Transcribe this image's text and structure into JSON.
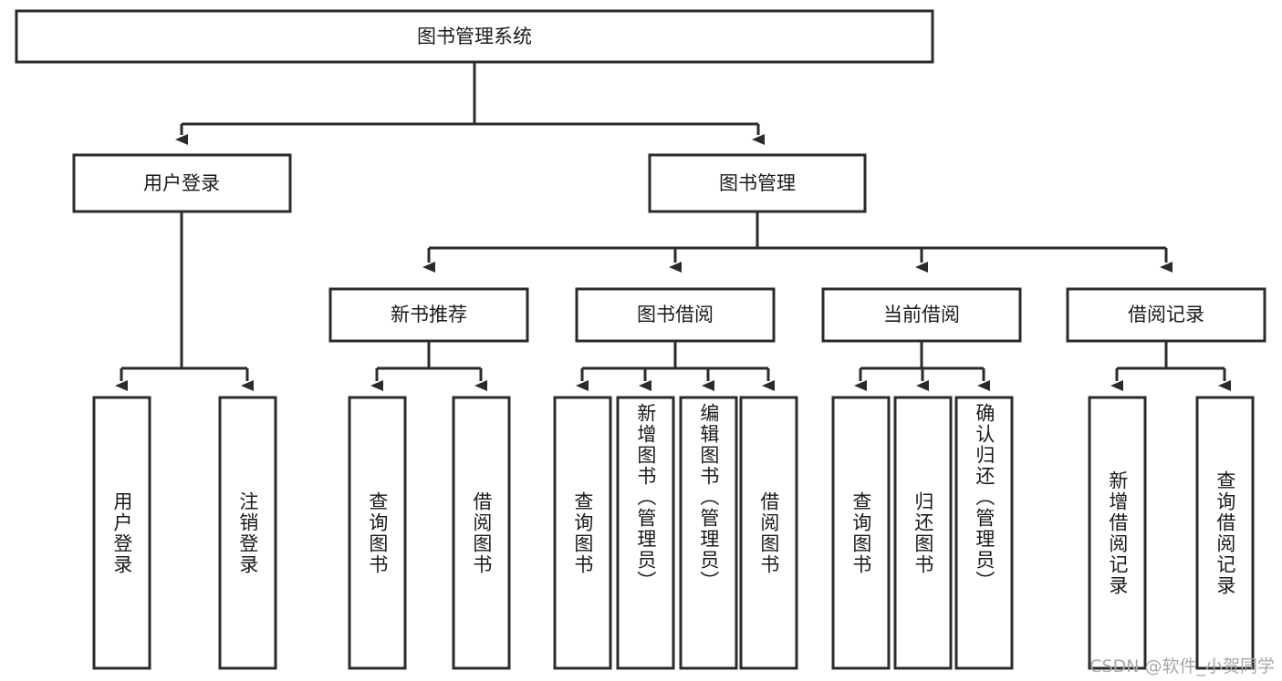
{
  "diagram": {
    "title": "图书管理系统",
    "type": "tree-hierarchy-diagram",
    "colors": {
      "stroke": "#2b2b2b",
      "box_fill": "#ffffff",
      "text": "#1a1a1a",
      "watermark": "#a8a8a8",
      "background": "#ffffff"
    },
    "root": {
      "label": "图书管理系统"
    },
    "level2": [
      {
        "label": "用户登录"
      },
      {
        "label": "图书管理"
      }
    ],
    "level3": [
      {
        "label": "新书推荐"
      },
      {
        "label": "图书借阅"
      },
      {
        "label": "当前借阅"
      },
      {
        "label": "借阅记录"
      }
    ],
    "leaves": {
      "user_login": [
        {
          "label": "用户登录"
        },
        {
          "label": "注销登录"
        }
      ],
      "new_book_recommend": [
        {
          "label": "查询图书"
        },
        {
          "label": "借阅图书"
        }
      ],
      "book_borrow": [
        {
          "label": "查询图书"
        },
        {
          "label": "新增图书（管理员）"
        },
        {
          "label": "编辑图书（管理员）"
        },
        {
          "label": "借阅图书"
        }
      ],
      "current_borrow": [
        {
          "label": "查询图书"
        },
        {
          "label": "归还图书"
        },
        {
          "label": "确认归还（管理员）"
        }
      ],
      "borrow_record": [
        {
          "label": "新增借阅记录"
        },
        {
          "label": "查询借阅记录"
        }
      ]
    }
  },
  "watermark": {
    "text": "CSDN @软件_小贺同学"
  }
}
